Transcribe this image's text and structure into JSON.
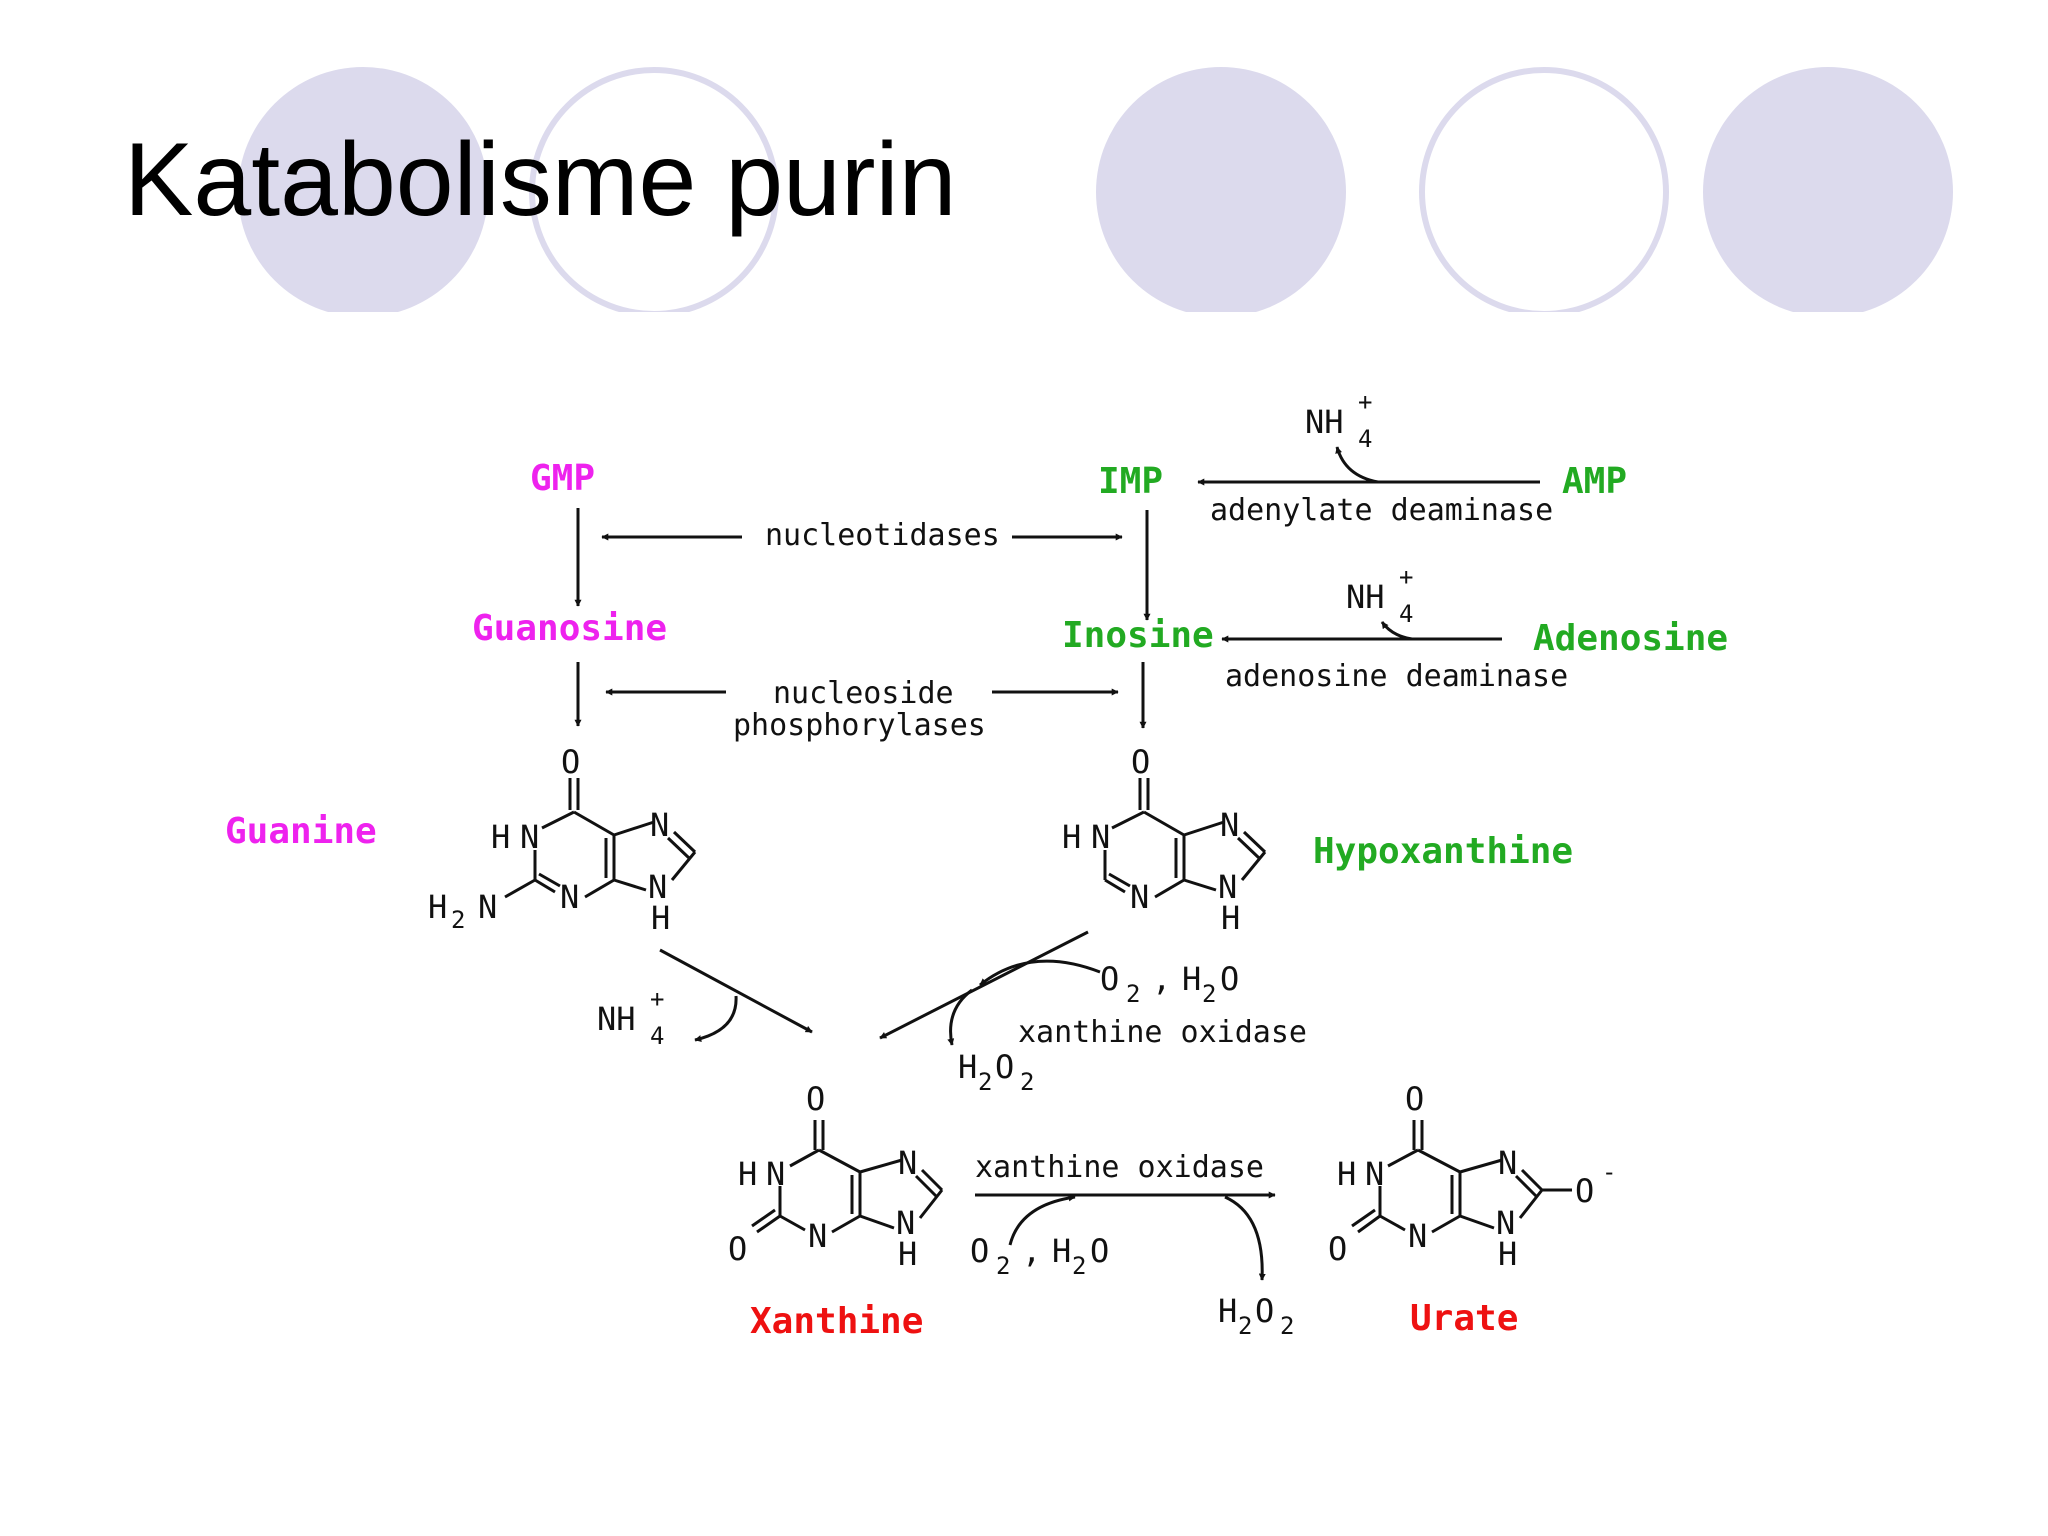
{
  "title": "Katabolisme purin",
  "colors": {
    "decor_circle": "#dcdaed",
    "guanine_branch": "#ee22ee",
    "adenine_branch": "#22aa22",
    "product": "#ee1111"
  },
  "compounds": {
    "gmp": "GMP",
    "imp": "IMP",
    "amp": "AMP",
    "guanosine": "Guanosine",
    "inosine": "Inosine",
    "adenosine": "Adenosine",
    "guanine": "Guanine",
    "hypoxanthine": "Hypoxanthine",
    "xanthine": "Xanthine",
    "urate": "Urate"
  },
  "enzymes": {
    "nucleotidases": "nucleotidases",
    "nucleoside_line1": "nucleoside",
    "nucleoside_line2": "phosphorylases",
    "adenylate_deaminase": "adenylate deaminase",
    "adenosine_deaminase": "adenosine deaminase",
    "xanthine_oxidase": "xanthine oxidase"
  },
  "atoms": {
    "N": "N",
    "O": "O",
    "H": "H",
    "HN": "HN",
    "NH": "NH",
    "plus": "+",
    "minus": "-",
    "sub2": "2",
    "sub4": "4",
    "comma": ","
  }
}
